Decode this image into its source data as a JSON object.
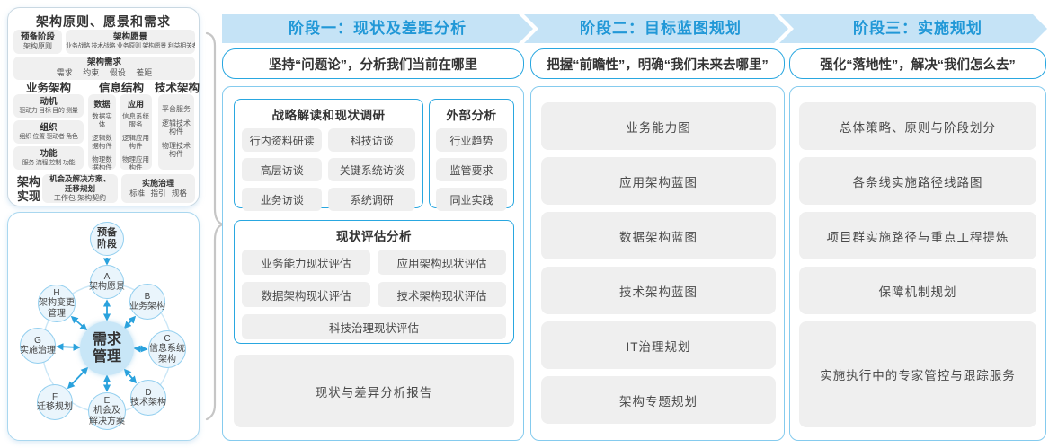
{
  "left_panel": {
    "title": "架构原则、愿景和需求",
    "prep": {
      "line1": "预备阶段",
      "line2": "架构原则"
    },
    "vision": {
      "title": "架构愿景",
      "items": "业务战略 技术战略 业务原则 架构愿景 利益相关者"
    },
    "requirements": {
      "title": "架构需求",
      "items": "需求 约束 假设 差距"
    },
    "business": {
      "title": "业务架构",
      "boxes": [
        {
          "title": "动机",
          "text": "驱动力 目标 目的 测量"
        },
        {
          "title": "组织",
          "text": "组织 位置 驱动者 角色"
        },
        {
          "title": "功能",
          "text": "服务 流程 控制 功能"
        }
      ]
    },
    "information": {
      "title": "信息结构",
      "data": {
        "title": "数据",
        "items": [
          "数据实体",
          "逻辑数据构件",
          "物理数据构件"
        ]
      },
      "application": {
        "title": "应用",
        "items": [
          "信息系统服务",
          "逻辑应用构件",
          "物理应用构件"
        ]
      }
    },
    "technology": {
      "title": "技术架构",
      "items": [
        "平台服务",
        "逻辑技术构件",
        "物理技术构件"
      ]
    },
    "implementation": {
      "label_line1": "架构",
      "label_line2": "实现",
      "box1": {
        "title_line1": "机会及解决方案、",
        "title_line2": "迁移规划",
        "text": "工作包 架构契约"
      },
      "box2": {
        "title": "实施治理",
        "text": "标准 指引 规格"
      }
    }
  },
  "cycle": {
    "center": [
      "需求",
      "管理"
    ],
    "nodes": {
      "prep": [
        "预备",
        "阶段"
      ],
      "a": [
        "A",
        "架构愿景"
      ],
      "b": [
        "B",
        "业务架构"
      ],
      "c": [
        "C",
        "信息系统",
        "架构"
      ],
      "d": [
        "D",
        "技术架构"
      ],
      "e": [
        "E",
        "机会及",
        "解决方案"
      ],
      "f": [
        "F",
        "迁移规划"
      ],
      "g": [
        "G",
        "实施治理"
      ],
      "h": [
        "H",
        "架构变更",
        "管理"
      ]
    }
  },
  "phases": {
    "phase1": {
      "header": "阶段一：现状及差距分析",
      "subtitle": "坚持“问题论”，分析我们当前在哪里",
      "research": {
        "title": "战略解读和现状调研",
        "items": [
          "行内资料研读",
          "科技访谈",
          "高层访谈",
          "关键系统访谈",
          "业务访谈",
          "系统调研"
        ]
      },
      "external": {
        "title": "外部分析",
        "items": [
          "行业趋势",
          "监管要求",
          "同业实践"
        ]
      },
      "assessment": {
        "title": "现状评估分析",
        "items": [
          "业务能力现状评估",
          "应用架构现状评估",
          "数据架构现状评估",
          "技术架构现状评估",
          "科技治理现状评估"
        ]
      },
      "report": "现状与差异分析报告"
    },
    "phase2": {
      "header": "阶段二：目标蓝图规划",
      "subtitle": "把握“前瞻性”，明确“我们未来去哪里”",
      "items": [
        "业务能力图",
        "应用架构蓝图",
        "数据架构蓝图",
        "技术架构蓝图",
        "IT治理规划",
        "架构专题规划"
      ]
    },
    "phase3": {
      "header": "阶段三：实施规划",
      "subtitle": "强化“落地性”，解决“我们怎么去”",
      "items": [
        "总体策略、原则与阶段划分",
        "各条线实施路径线路图",
        "项目群实施路径与重点工程提炼",
        "保障机制规划",
        "实施执行中的专家管控与跟踪服务"
      ]
    }
  },
  "colors": {
    "accent_blue": "#29a7e0",
    "band_blue": "#c5e3f6",
    "band_text": "#2198d7",
    "gray_box": "#efefef"
  }
}
